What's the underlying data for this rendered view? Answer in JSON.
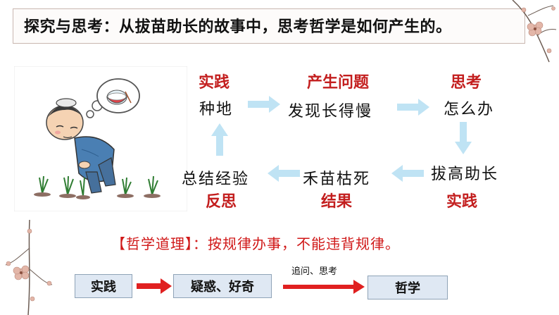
{
  "title": "探究与思考：从拔苗助长的故事中，思考哲学是如何产生的。",
  "cycle": {
    "top_left_tag": "实践",
    "top_left_text": "种地",
    "top_mid_tag": "产生问题",
    "top_mid_text": "发现长得慢",
    "top_right_tag": "思考",
    "top_right_text": "怎么办",
    "bottom_right_text": "拔高助长",
    "bottom_right_tag": "实践",
    "bottom_mid_text": "禾苗枯死",
    "bottom_mid_tag": "结果",
    "bottom_left_text": "总结经验",
    "bottom_left_tag": "反思"
  },
  "principle": "【哲学道理】：按规律办事，不能违背规律。",
  "flow": {
    "box1": "实践",
    "box2": "疑惑、好奇",
    "note": "追问、思考",
    "box3": "哲学"
  },
  "colors": {
    "accent_red": "#c31e1e",
    "arrow_blue": "#bfe3f4",
    "flow_arrow_red": "#e02020",
    "box_fill": "#dfe8f3"
  }
}
